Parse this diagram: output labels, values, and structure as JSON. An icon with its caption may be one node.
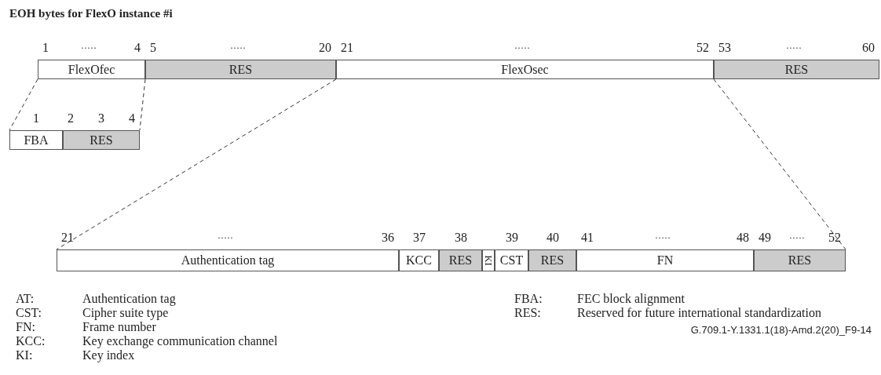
{
  "diagram": {
    "title": "EOH bytes for FlexO instance #i",
    "nodes": [
      {
        "text": [
          "FlexOfec"
        ],
        "beside": [
          "1",
          "·····",
          "4"
        ]
      },
      {
        "text": [
          "RES"
        ],
        "beside": [
          "5",
          "·····",
          "20"
        ]
      },
      {
        "text": [
          "FlexOsec"
        ],
        "beside": [
          "21",
          "·····",
          "52"
        ]
      },
      {
        "text": [
          "RES"
        ],
        "beside": [
          "53",
          "·····",
          "60"
        ]
      },
      {
        "text": [
          "FBA"
        ],
        "beside": [
          "1"
        ]
      },
      {
        "text": [
          "RES"
        ],
        "beside": [
          "2",
          "3",
          "4"
        ]
      },
      {
        "text": [
          "Authentication tag"
        ],
        "beside": [
          "21",
          "·····",
          "36"
        ]
      },
      {
        "text": [
          "KCC"
        ],
        "beside": [
          "37"
        ]
      },
      {
        "text": [
          "RES"
        ],
        "beside": [
          "38"
        ]
      },
      {
        "text": [
          "KI"
        ]
      },
      {
        "text": [
          "CST"
        ],
        "beside": [
          "39"
        ]
      },
      {
        "text": [
          "RES"
        ],
        "beside": [
          "40"
        ]
      },
      {
        "text": [
          "FN"
        ],
        "beside": [
          "41",
          "·····",
          "48"
        ]
      },
      {
        "text": [
          "RES"
        ],
        "beside": [
          "49",
          "·····",
          "52"
        ]
      }
    ],
    "edges": [
      {
        "from": 0,
        "to": 4,
        "arrow": "none",
        "style": "dashed"
      },
      {
        "from": 0,
        "to": 5,
        "arrow": "none",
        "style": "dashed"
      },
      {
        "from": 2,
        "to": 6,
        "arrow": "none",
        "style": "dashed"
      },
      {
        "from": 2,
        "to": 13,
        "arrow": "none",
        "style": "dashed"
      }
    ],
    "labels": [
      "AT:",
      "Authentication tag",
      "FBA:",
      "FEC block alignment",
      "CST:",
      "Cipher suite type",
      "RES:",
      "Reserved for future international standardization",
      "FN:",
      "Frame number",
      "KCC:",
      "Key exchange communication channel",
      "KI:",
      "Key index",
      "G.709.1-Y.1331.1(18)-Amd.2(20)_F9-14"
    ]
  }
}
